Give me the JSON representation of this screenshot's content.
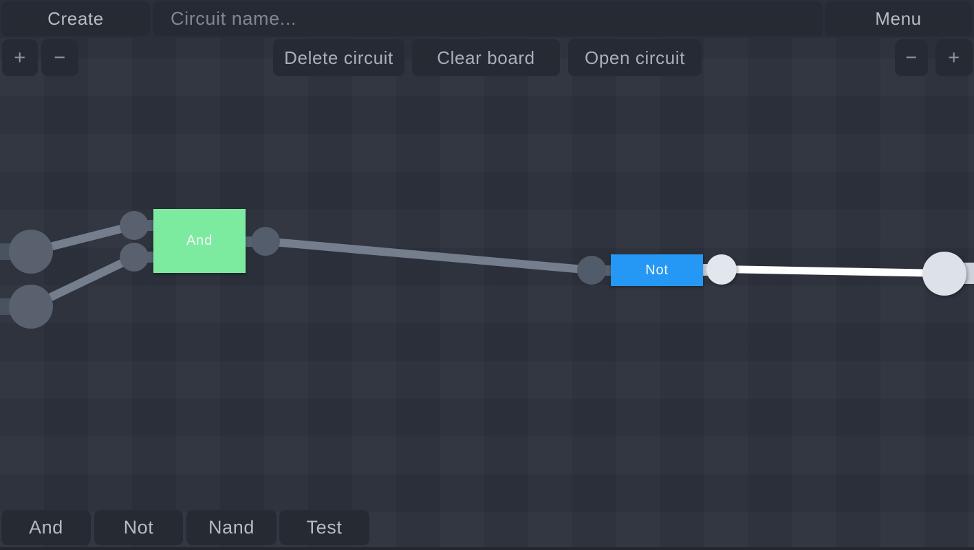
{
  "header": {
    "create_button": "Create",
    "circuit_name_placeholder": "Circuit name...",
    "menu_button": "Menu"
  },
  "toolbar": {
    "delete_circuit": "Delete circuit",
    "clear_board": "Clear board",
    "open_circuit": "Open circuit"
  },
  "zoom_controls": {
    "left": {
      "zoom_in": "+",
      "zoom_out": "−"
    },
    "right": {
      "zoom_out": "−",
      "zoom_in": "+"
    }
  },
  "palette": {
    "items": [
      {
        "label": "And"
      },
      {
        "label": "Not"
      },
      {
        "label": "Nand"
      },
      {
        "label": "Test"
      }
    ]
  },
  "circuit": {
    "gates": [
      {
        "type": "And",
        "label": "And",
        "color": "#7deb9f",
        "inputs": 2,
        "outputs": 1
      },
      {
        "type": "Not",
        "label": "Not",
        "color": "#2598f5",
        "inputs": 1,
        "outputs": 1
      }
    ],
    "wires": [
      {
        "from": "board-input-pin-1",
        "to": "and-gate-input-1",
        "state": "off"
      },
      {
        "from": "board-input-pin-2",
        "to": "and-gate-input-2",
        "state": "off"
      },
      {
        "from": "and-gate-output",
        "to": "not-gate-input",
        "state": "off"
      },
      {
        "from": "not-gate-output",
        "to": "board-output-pin",
        "state": "on"
      }
    ],
    "colors": {
      "canvas_background": "#2c313b",
      "panel_button": "#252a33",
      "wire_off": "#747e8c",
      "wire_on": "#ffffff",
      "node_off": "#59616f",
      "node_on": "#e2e6ed",
      "output_pin_on": "#dde2e9"
    }
  }
}
